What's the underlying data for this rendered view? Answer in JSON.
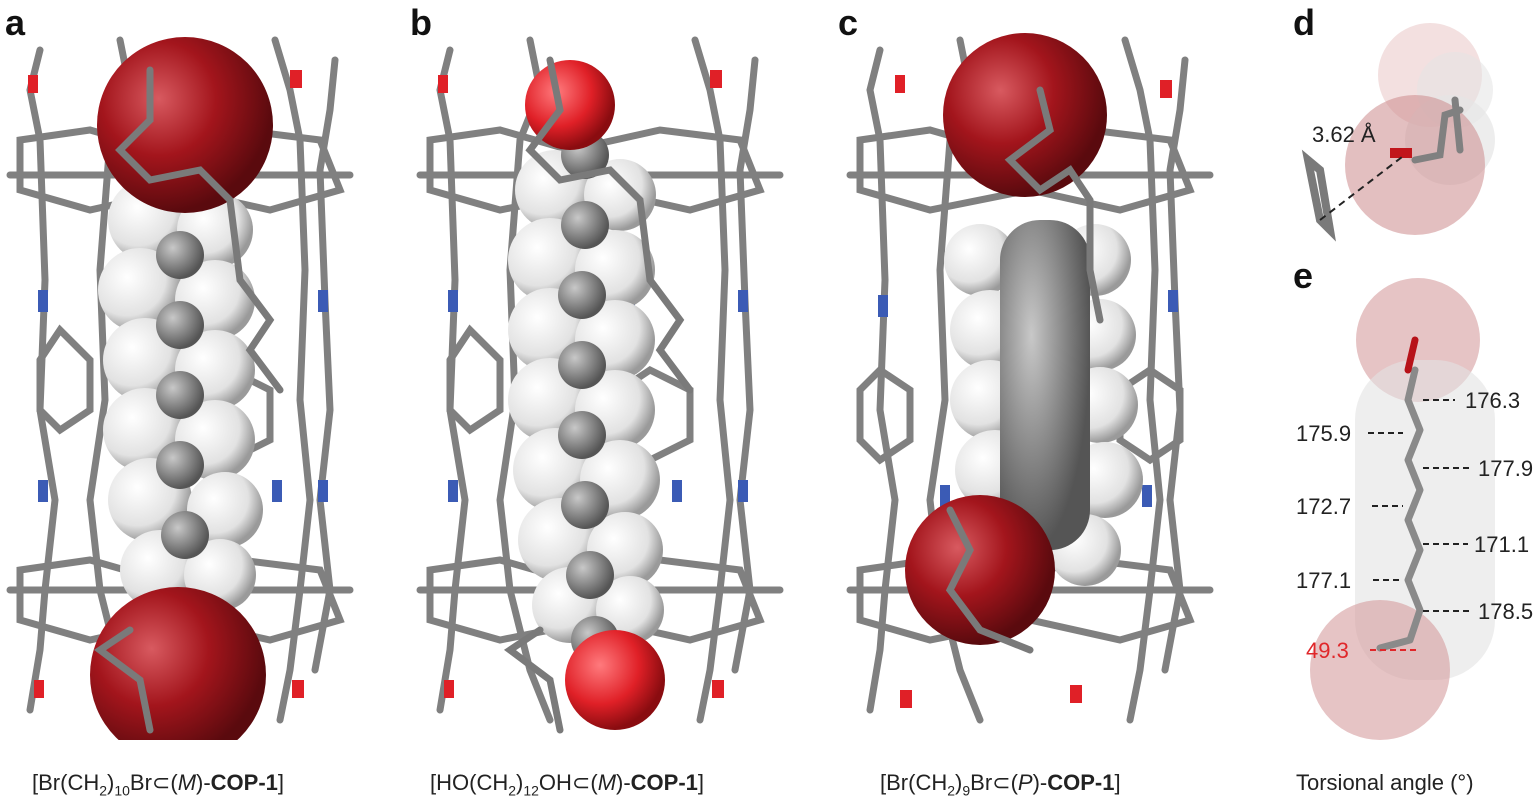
{
  "panels": {
    "a": {
      "letter": "a",
      "caption": {
        "pre": "[Br(CH",
        "sub": "2",
        "post1": ")",
        "sub2": "10",
        "post2": "Br⊂(",
        "italic": "M",
        "post3": ")-",
        "bold": "COP-1",
        "end": "]"
      }
    },
    "b": {
      "letter": "b",
      "caption": {
        "pre": "[HO(CH",
        "sub": "2",
        "post1": ")",
        "sub2": "12",
        "post2": "OH⊂(",
        "italic": "M",
        "post3": ")-",
        "bold": "COP-1",
        "end": "]"
      }
    },
    "c": {
      "letter": "c",
      "caption": {
        "pre": "[Br(CH",
        "sub": "2",
        "post1": ")",
        "sub2": "9",
        "post2": "Br⊂(",
        "italic": "P",
        "post3": ")-",
        "bold": "COP-1",
        "end": "]"
      }
    },
    "d": {
      "letter": "d",
      "distance": "3.62 Å"
    },
    "e": {
      "letter": "e",
      "caption": "Torsional angle (°)",
      "angles_right": [
        "176.3",
        "177.9",
        "171.1",
        "178.5"
      ],
      "angles_left": [
        "175.9",
        "172.7",
        "177.1"
      ],
      "angle_highlight": "49.3"
    }
  },
  "colors": {
    "bromine": "#a3151c",
    "oxygen": "#e02027",
    "carbon": "#8a8a8a",
    "hydrogen": "#f2f2f2",
    "nitrogen": "#3b5bb5",
    "highlight": "#e0272a"
  }
}
